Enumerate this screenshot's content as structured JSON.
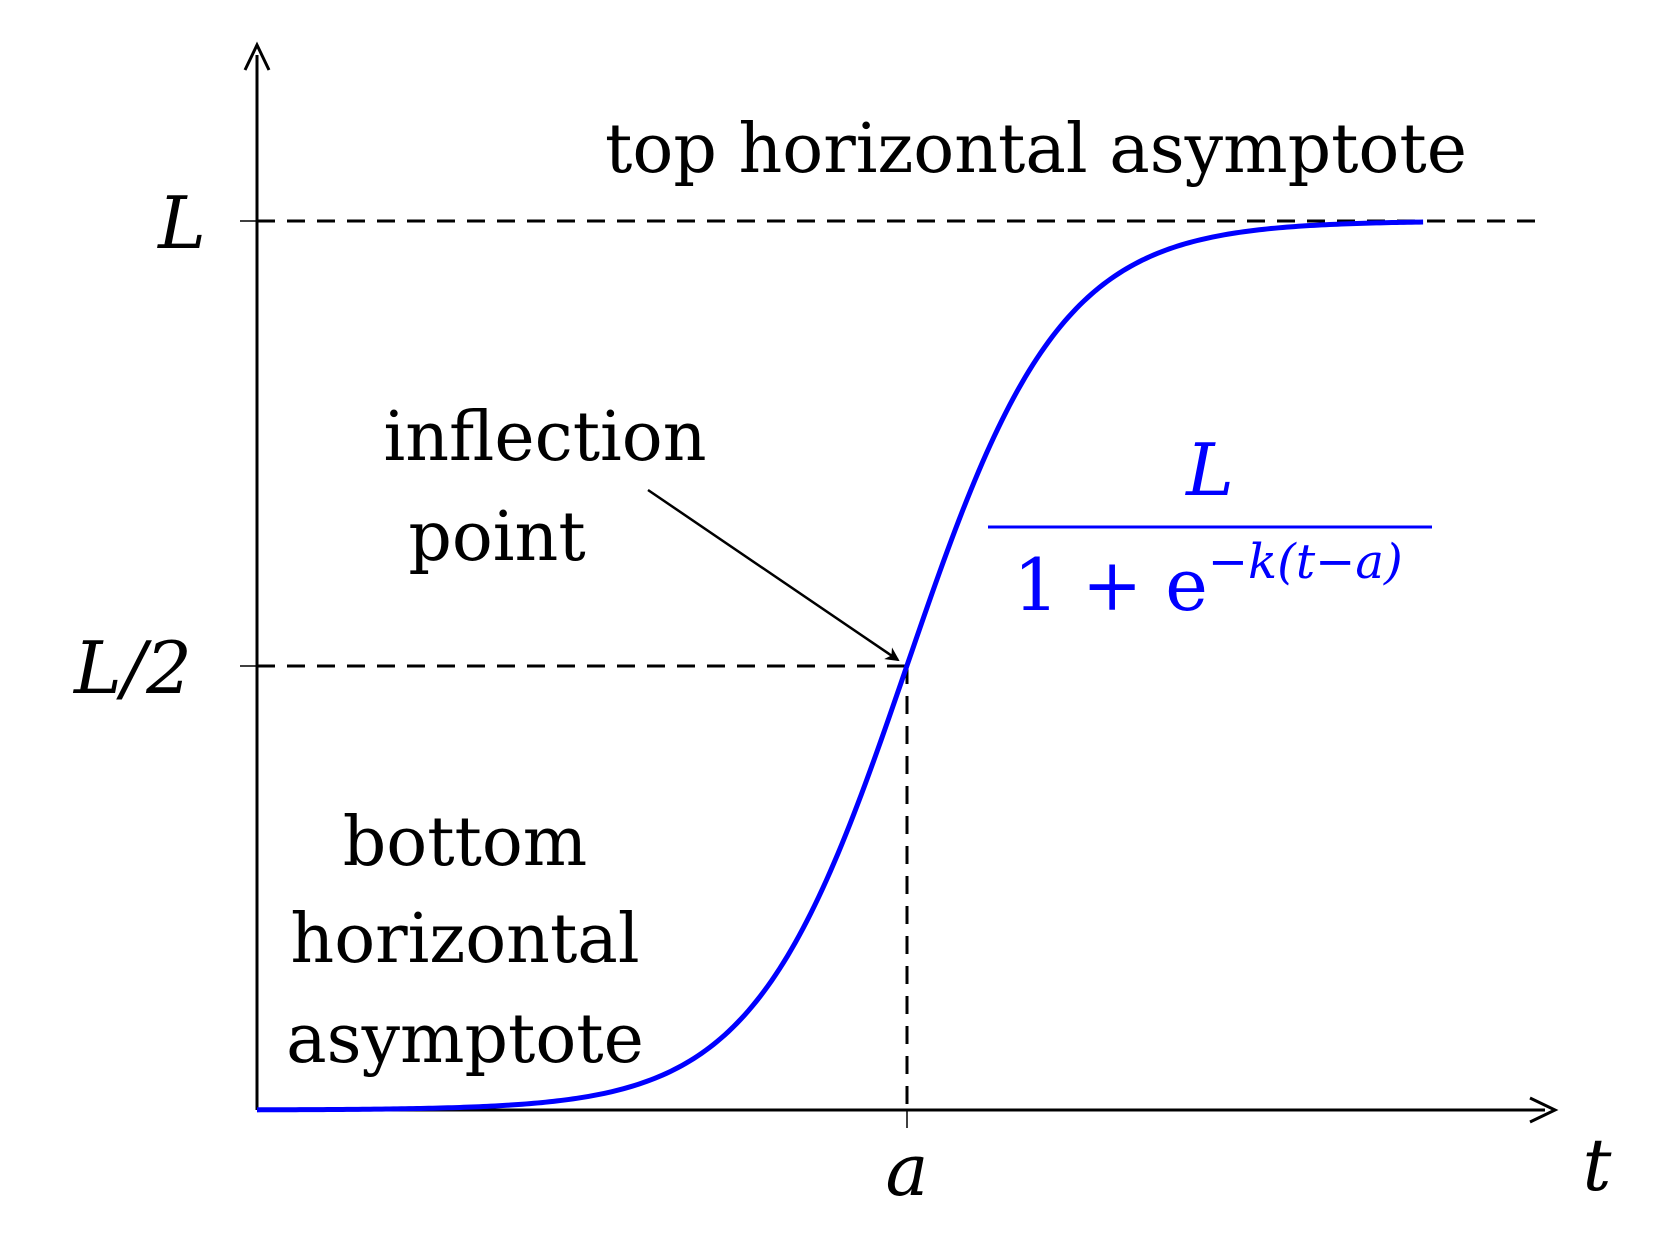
{
  "labels": {
    "y_top": "L",
    "y_mid": "L/2",
    "x_tick": "a",
    "x_axis": "t",
    "top_asymptote": "top horizontal asymptote",
    "inflection_line1": "inflection",
    "inflection_line2": "point",
    "bottom_line1": "bottom",
    "bottom_line2": "horizontal",
    "bottom_line3": "asymptote"
  },
  "formula": {
    "numerator": "L",
    "denom_base": "1 + e",
    "denom_exponent": "−k(t−a)"
  },
  "colors": {
    "curve": "#0000ff",
    "axes": "#000000",
    "text": "#000000"
  },
  "curve": {
    "type": "logistic",
    "steepness": 8.5,
    "t_range": [
      0,
      1.8
    ],
    "midpoint_t": 1.0,
    "L": 1.0
  }
}
